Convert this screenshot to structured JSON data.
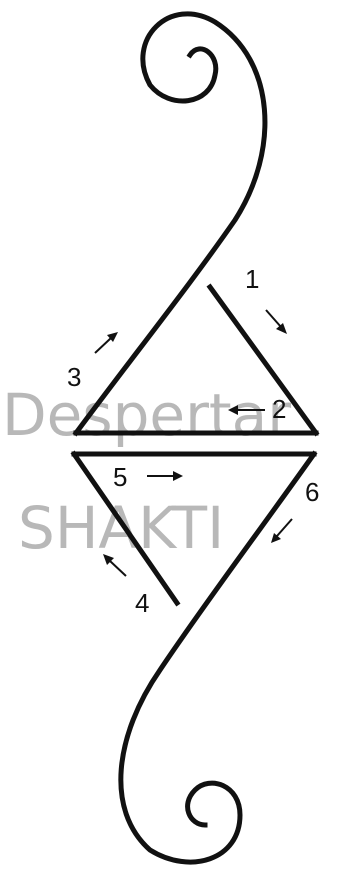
{
  "watermark": {
    "line1": "Despertar",
    "line2": "SHAKTI",
    "color": "#b8b8b8"
  },
  "steps": [
    {
      "number": "1",
      "direction": "down-right"
    },
    {
      "number": "2",
      "direction": "left"
    },
    {
      "number": "3",
      "direction": "up-right"
    },
    {
      "number": "4",
      "direction": "up-left"
    },
    {
      "number": "5",
      "direction": "right"
    },
    {
      "number": "6",
      "direction": "down-left"
    }
  ],
  "stroke_color": "#111111"
}
